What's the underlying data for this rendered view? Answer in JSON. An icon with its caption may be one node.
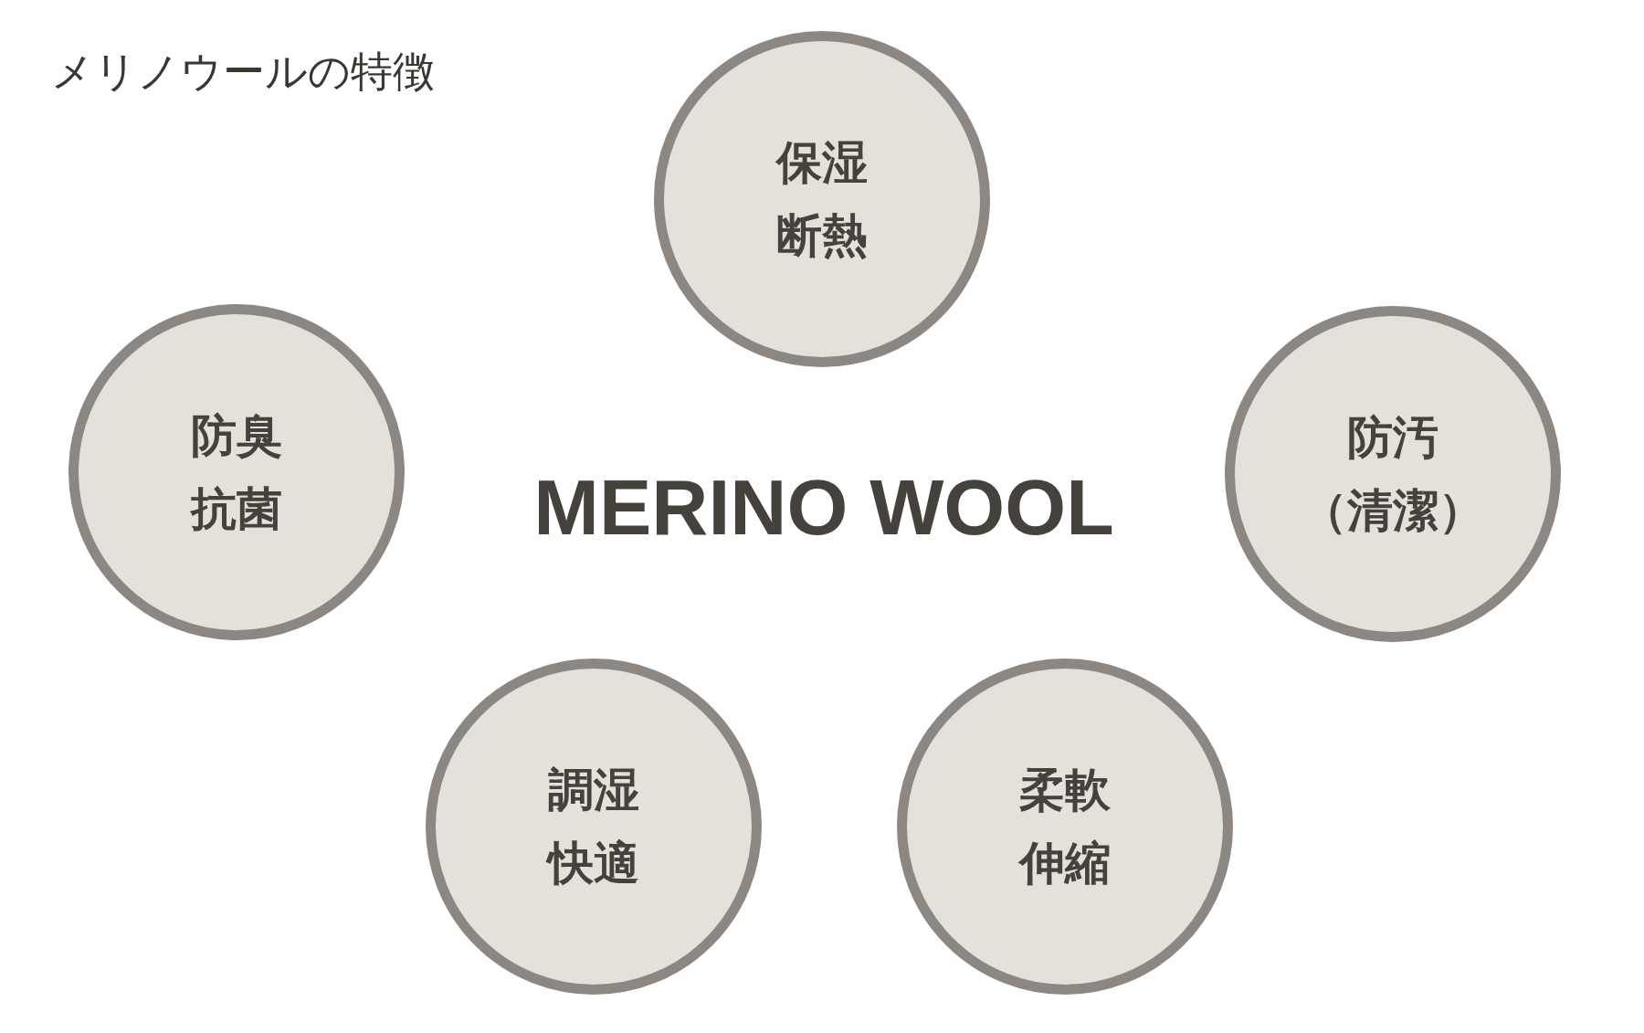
{
  "diagram": {
    "title": "メリノウールの特徴",
    "nodes": [
      {
        "text": [
          "保湿",
          "断熱"
        ]
      },
      {
        "text": [
          "防臭",
          "抗菌"
        ]
      },
      {
        "text": [
          "防汚",
          "（清潔）"
        ]
      },
      {
        "text": [
          "調湿",
          "快適"
        ]
      },
      {
        "text": [
          "柔軟",
          "伸縮"
        ]
      }
    ],
    "labels": [
      "MERINO WOOL"
    ]
  }
}
